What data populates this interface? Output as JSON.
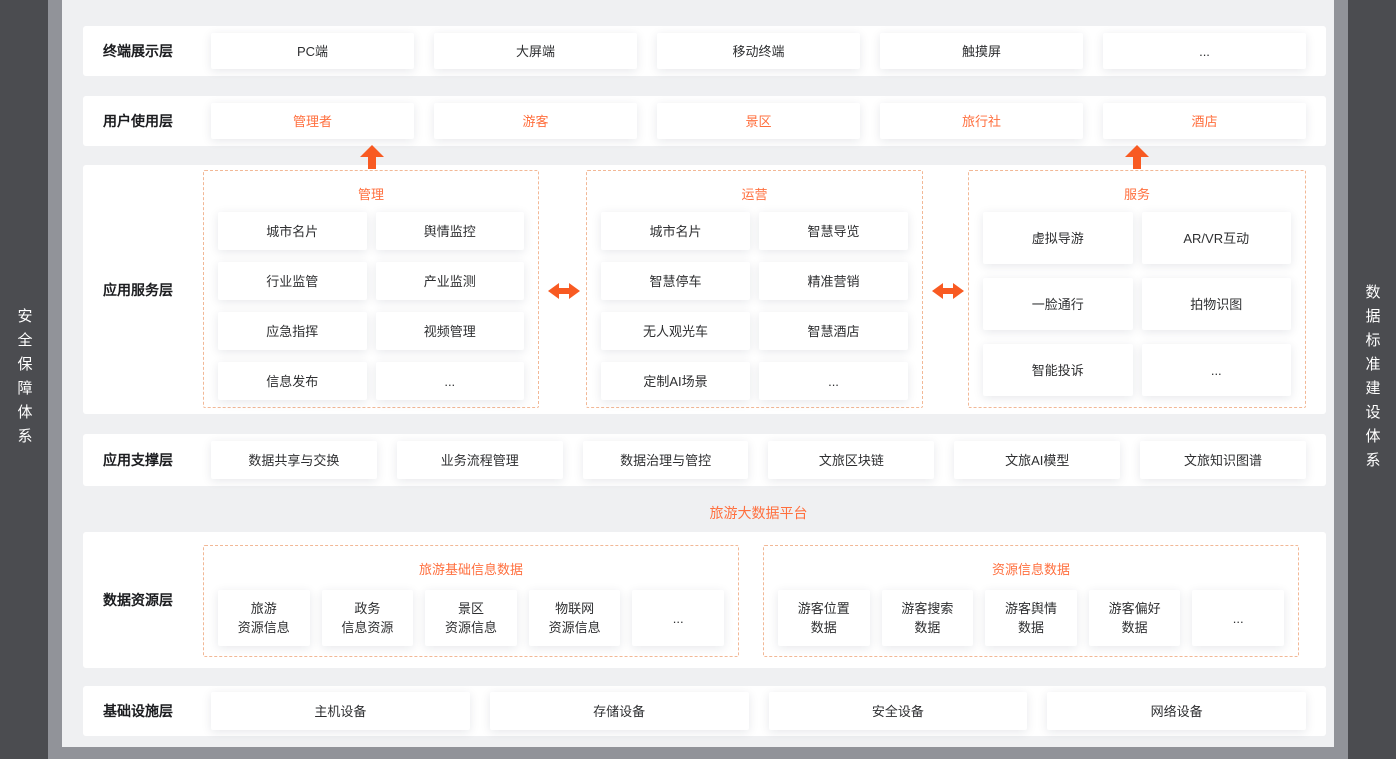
{
  "colors": {
    "accent": "#f85a22",
    "orange_text": "#ff6f3e",
    "dashed_border": "#f2b896",
    "panel_bg": "#eff0f2",
    "row_bg": "#ffffff",
    "side_strip_bg": "#4b4c50",
    "body_bg": "#919399"
  },
  "left_sidebar": {
    "label": "安全保障体系"
  },
  "right_sidebar": {
    "label": "数据标准建设体系"
  },
  "layers": {
    "terminal": {
      "title": "终端展示层",
      "items": [
        "PC端",
        "大屏端",
        "移动终端",
        "触摸屏",
        "..."
      ]
    },
    "user": {
      "title": "用户使用层",
      "items": [
        "管理者",
        "游客",
        "景区",
        "旅行社",
        "酒店"
      ]
    },
    "app_service": {
      "title": "应用服务层",
      "groups": [
        {
          "title": "管理",
          "items": [
            "城市名片",
            "舆情监控",
            "行业监管",
            "产业监测",
            "应急指挥",
            "视频管理",
            "信息发布",
            "..."
          ]
        },
        {
          "title": "运营",
          "items": [
            "城市名片",
            "智慧导览",
            "智慧停车",
            "精准营销",
            "无人观光车",
            "智慧酒店",
            "定制AI场景",
            "..."
          ]
        },
        {
          "title": "服务",
          "items": [
            "虚拟导游",
            "AR/VR互动",
            "一脸通行",
            "拍物识图",
            "智能投诉",
            "..."
          ]
        }
      ]
    },
    "app_support": {
      "title": "应用支撑层",
      "items": [
        "数据共享与交换",
        "业务流程管理",
        "数据治理与管控",
        "文旅区块链",
        "文旅AI模型",
        "文旅知识图谱"
      ]
    },
    "platform_label": "旅游大数据平台",
    "data_resource": {
      "title": "数据资源层",
      "groups": [
        {
          "title": "旅游基础信息数据",
          "items": [
            "旅游\n资源信息",
            "政务\n信息资源",
            "景区\n资源信息",
            "物联网\n资源信息",
            "..."
          ]
        },
        {
          "title": "资源信息数据",
          "items": [
            "游客位置\n数据",
            "游客搜索\n数据",
            "游客舆情\n数据",
            "游客偏好\n数据",
            "..."
          ]
        }
      ]
    },
    "infrastructure": {
      "title": "基础设施层",
      "items": [
        "主机设备",
        "存储设备",
        "安全设备",
        "网络设备"
      ]
    }
  }
}
